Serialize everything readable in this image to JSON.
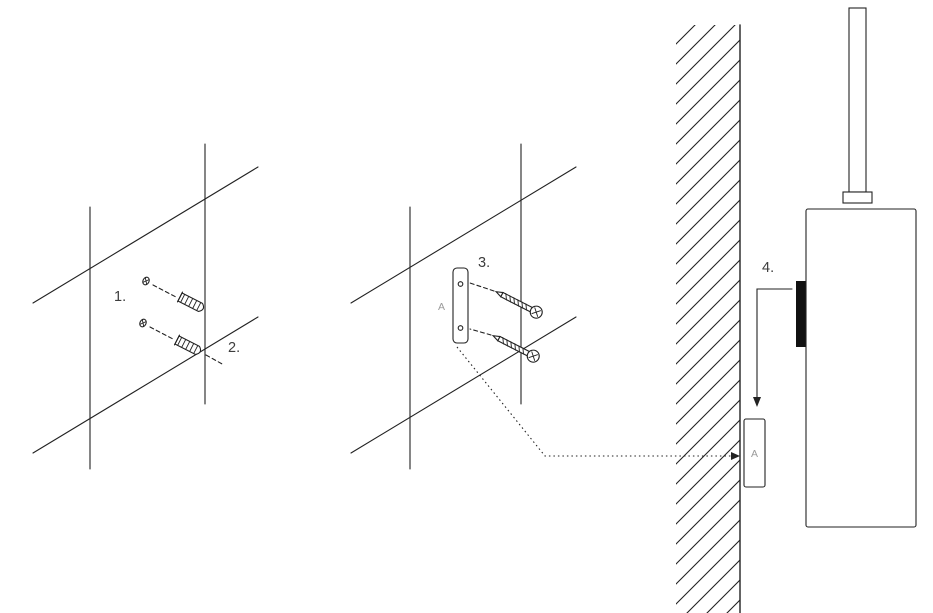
{
  "colors": {
    "line": "#222222",
    "label": "#3d3d3d",
    "marker_label": "#9a9a9a",
    "block_fill": "#111111",
    "background": "#ffffff"
  },
  "steps": {
    "step1": {
      "label": "1."
    },
    "step2": {
      "label": "2."
    },
    "step3": {
      "label": "3."
    },
    "step4": {
      "label": "4."
    }
  },
  "markers": {
    "bracket_label": "A",
    "wall_bracket_label": "A"
  }
}
